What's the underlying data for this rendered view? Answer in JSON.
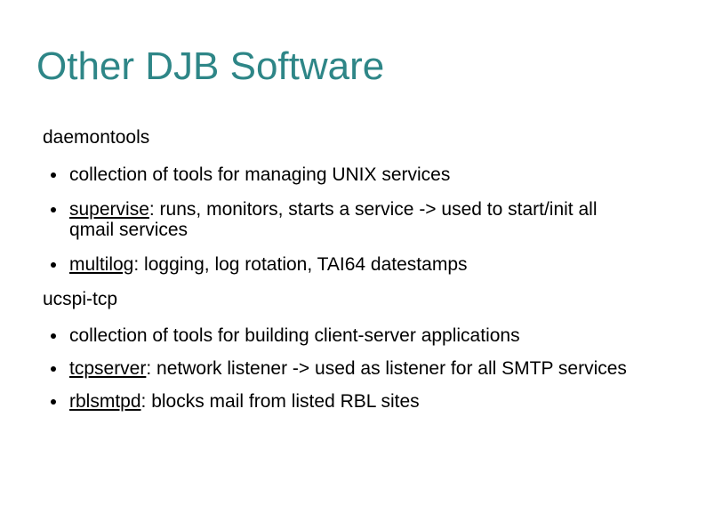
{
  "slide": {
    "title": "Other DJB Software",
    "accent_color": "#2e8687",
    "text_color": "#000000",
    "background_color": "#ffffff",
    "sections": [
      {
        "heading": "daemontools",
        "bullets": [
          {
            "term": "",
            "text": "collection of tools for managing UNIX services"
          },
          {
            "term": "supervise",
            "text": ": runs, monitors, starts a service -> used to start/init all qmail services"
          },
          {
            "term": "multilog",
            "text": ": logging, log rotation, TAI64 datestamps"
          }
        ]
      },
      {
        "heading": "ucspi-tcp",
        "bullets": [
          {
            "term": "",
            "text": "collection of tools for building client-server applications"
          },
          {
            "term": "tcpserver",
            "text": ": network listener -> used as listener for all SMTP services"
          },
          {
            "term": "rblsmtpd",
            "text": ": blocks mail from listed RBL sites"
          }
        ]
      }
    ]
  }
}
